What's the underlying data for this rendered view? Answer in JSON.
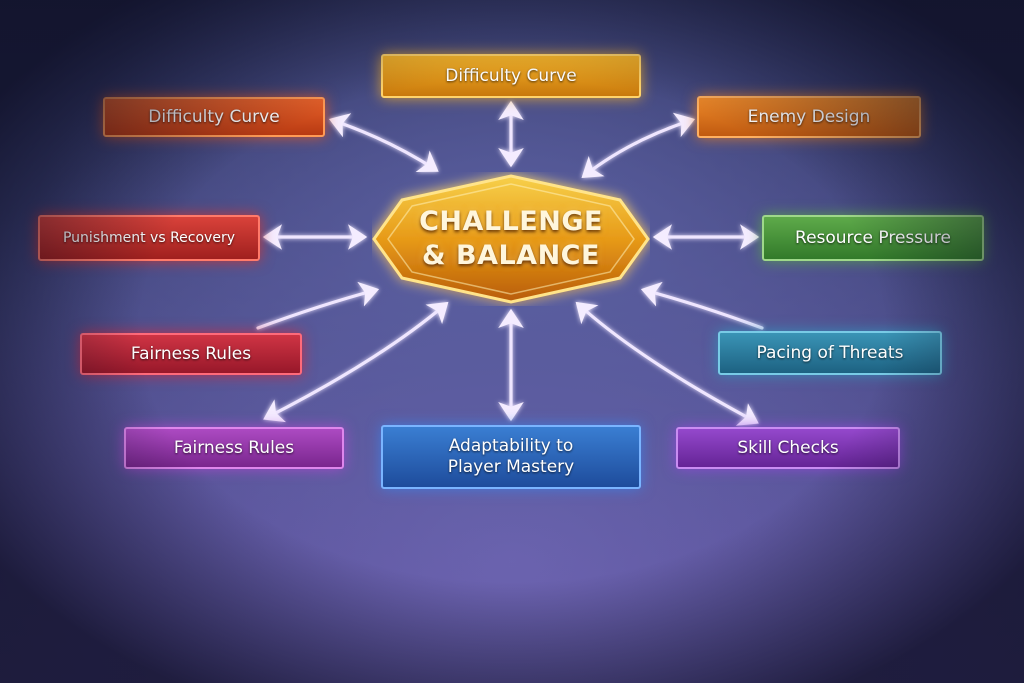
{
  "hub": {
    "line1": "CHALLENGE",
    "line2": "& BALANCE"
  },
  "nodes": [
    {
      "label": "Difficulty Curve",
      "color": "#f0a21a"
    },
    {
      "label": "Difficulty Curve",
      "color": "#e0501c"
    },
    {
      "label": "Enemy Design",
      "color": "#e8781c"
    },
    {
      "label": "Punishment vs Recovery",
      "color": "#d9332a"
    },
    {
      "label": "Resource Pressure",
      "color": "#4e9a3c"
    },
    {
      "label": "Fairness Rules",
      "color": "#c6283a"
    },
    {
      "label": "Pacing of Threats",
      "color": "#2f86a6"
    },
    {
      "label": "Fairness Rules",
      "color": "#a43fb8"
    },
    {
      "label": "Adaptability to Player Mastery",
      "color": "#2f6fc4"
    },
    {
      "label": "Skill Checks",
      "color": "#8b3fc6"
    }
  ]
}
